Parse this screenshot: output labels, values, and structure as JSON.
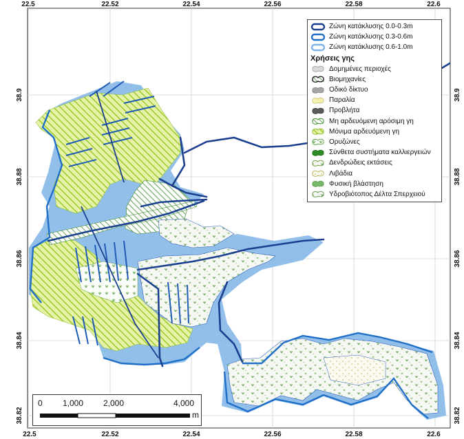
{
  "map": {
    "x_ticks": [
      "22.5",
      "22.52",
      "22.54",
      "22.56",
      "22.58",
      "22.6"
    ],
    "y_ticks": [
      "38.9",
      "38.88",
      "38.86",
      "38.84",
      "38.82"
    ]
  },
  "legend": {
    "zones": [
      {
        "label": "Ζώνη κατάκλυσης 0.0-0.3m",
        "color": "#1a3f8f"
      },
      {
        "label": "Ζώνη κατάκλυσης 0.3-0.6m",
        "color": "#1f6fc9"
      },
      {
        "label": "Ζώνη κατάκλυσης 0.6-1.0m",
        "color": "#7fb4e6"
      }
    ],
    "landuse_title": "Χρήσεις γης",
    "landuse": [
      {
        "label": "Δομημένες περιοχές",
        "color": "#d9d9d9",
        "icon": "built-area-icon"
      },
      {
        "label": "Βιομηχανίες",
        "color": "#3a3a3a",
        "icon": "industry-icon"
      },
      {
        "label": "Οδικό δίκτυο",
        "color": "#a6a6a6",
        "icon": "road-network-icon"
      },
      {
        "label": "Παραλία",
        "color": "#f4f0b0",
        "icon": "beach-icon"
      },
      {
        "label": "Προβλήτα",
        "color": "#5a5a5a",
        "icon": "pier-icon"
      },
      {
        "label": "Μη αρδευόμενη αρόσιμη γη",
        "color": "#3c8a2e",
        "icon": "non-irrigated-land-icon"
      },
      {
        "label": "Μόνιμα αρδευόμενη γη",
        "color": "#a8d22c",
        "icon": "irrigated-land-icon"
      },
      {
        "label": "Ορυζώνες",
        "color": "#5aa044",
        "icon": "rice-field-icon"
      },
      {
        "label": "Σύνθετα συστήματα καλλιεργειών",
        "color": "#2e8a22",
        "icon": "complex-cultivation-icon"
      },
      {
        "label": "Δενδρώδεις εκτάσεις",
        "color": "#6a9a3a",
        "icon": "tree-area-icon"
      },
      {
        "label": "Λιβάδια",
        "color": "#c9c46a",
        "icon": "meadow-icon"
      },
      {
        "label": "Φυσική βλάστηση",
        "color": "#7ab86a",
        "icon": "natural-vegetation-icon"
      },
      {
        "label": "Υδροβιότοπος Δέλτα Σπερχειού",
        "color": "#5f9a4e",
        "icon": "wetland-icon"
      }
    ]
  },
  "scalebar": {
    "labels": [
      "0",
      "1,000",
      "2,000",
      "4,000"
    ],
    "unit": "m"
  }
}
